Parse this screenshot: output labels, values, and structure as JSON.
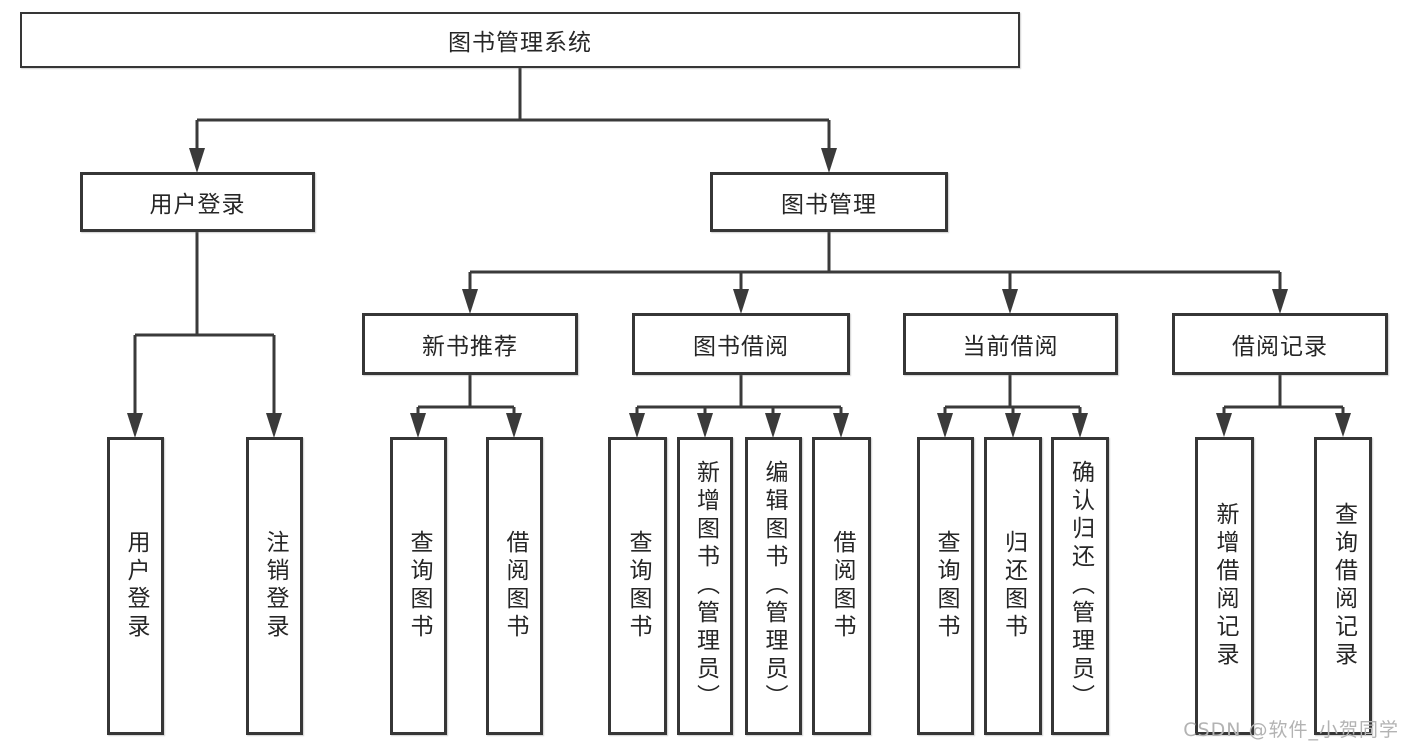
{
  "diagram": {
    "root": {
      "label": "图书管理系统"
    },
    "branches": [
      {
        "label": "用户登录",
        "children": [
          {
            "label": "用户登录"
          },
          {
            "label": "注销登录"
          }
        ]
      },
      {
        "label": "图书管理",
        "children": [
          {
            "label": "新书推荐",
            "children": [
              {
                "label": "查询图书"
              },
              {
                "label": "借阅图书"
              }
            ]
          },
          {
            "label": "图书借阅",
            "children": [
              {
                "label": "查询图书"
              },
              {
                "label": "新增图书（管理员）"
              },
              {
                "label": "编辑图书（管理员）"
              },
              {
                "label": "借阅图书"
              }
            ]
          },
          {
            "label": "当前借阅",
            "children": [
              {
                "label": "查询图书"
              },
              {
                "label": "归还图书"
              },
              {
                "label": "确认归还（管理员）"
              }
            ]
          },
          {
            "label": "借阅记录",
            "children": [
              {
                "label": "新增借阅记录"
              },
              {
                "label": "查询借阅记录"
              }
            ]
          }
        ]
      }
    ]
  },
  "watermark": "CSDN @软件_小贺同学",
  "colors": {
    "line": "#3a3a3a",
    "border": "#363636",
    "text": "#262626",
    "watermark": "#b3b3b3"
  }
}
